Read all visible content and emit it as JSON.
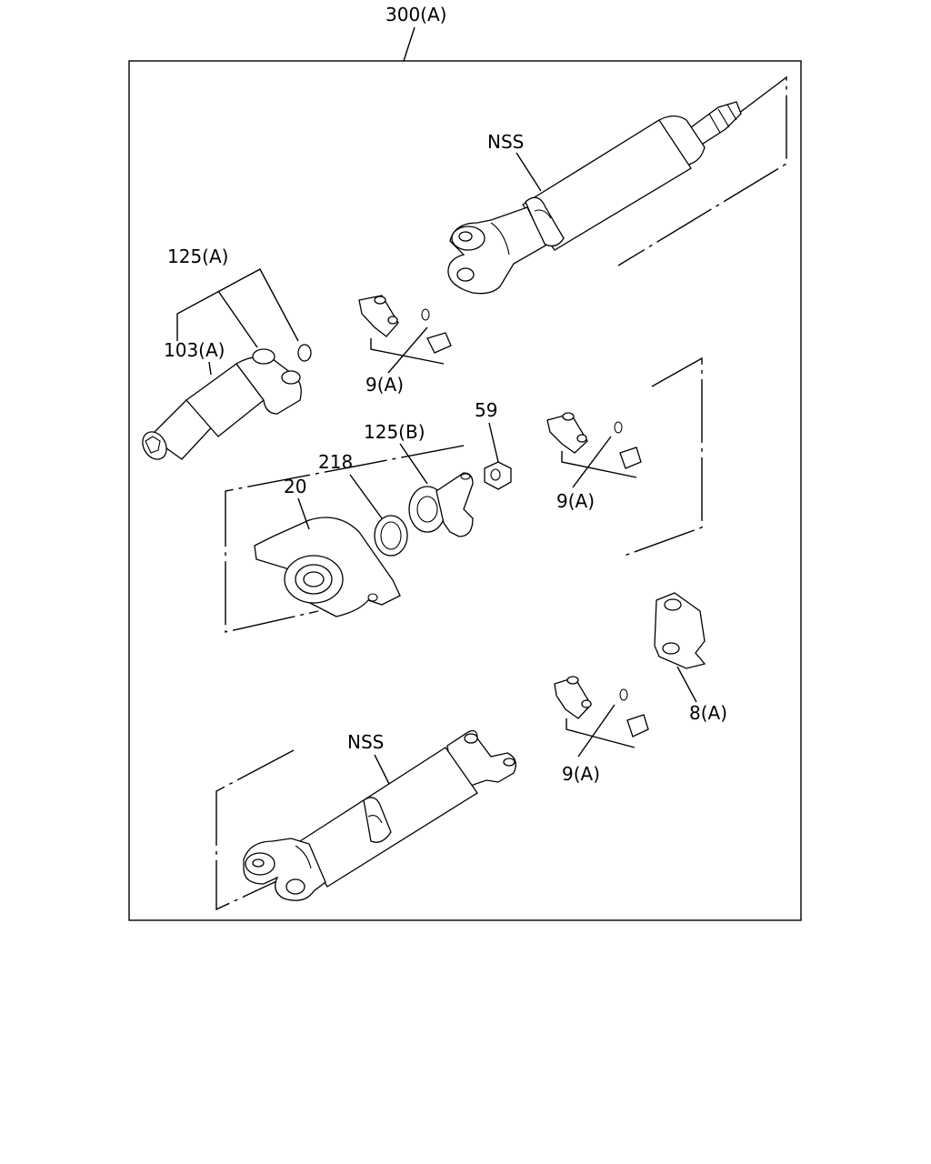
{
  "labels": {
    "assembly": "300(A)",
    "nss_top": "NSS",
    "nss_bottom": "NSS",
    "p125a": "125(A)",
    "p103a": "103(A)",
    "p9a_1": "9(A)",
    "p9a_2": "9(A)",
    "p9a_3": "9(A)",
    "p125b": "125(B)",
    "p59": "59",
    "p218": "218",
    "p20": "20",
    "p8a": "8(A)"
  }
}
